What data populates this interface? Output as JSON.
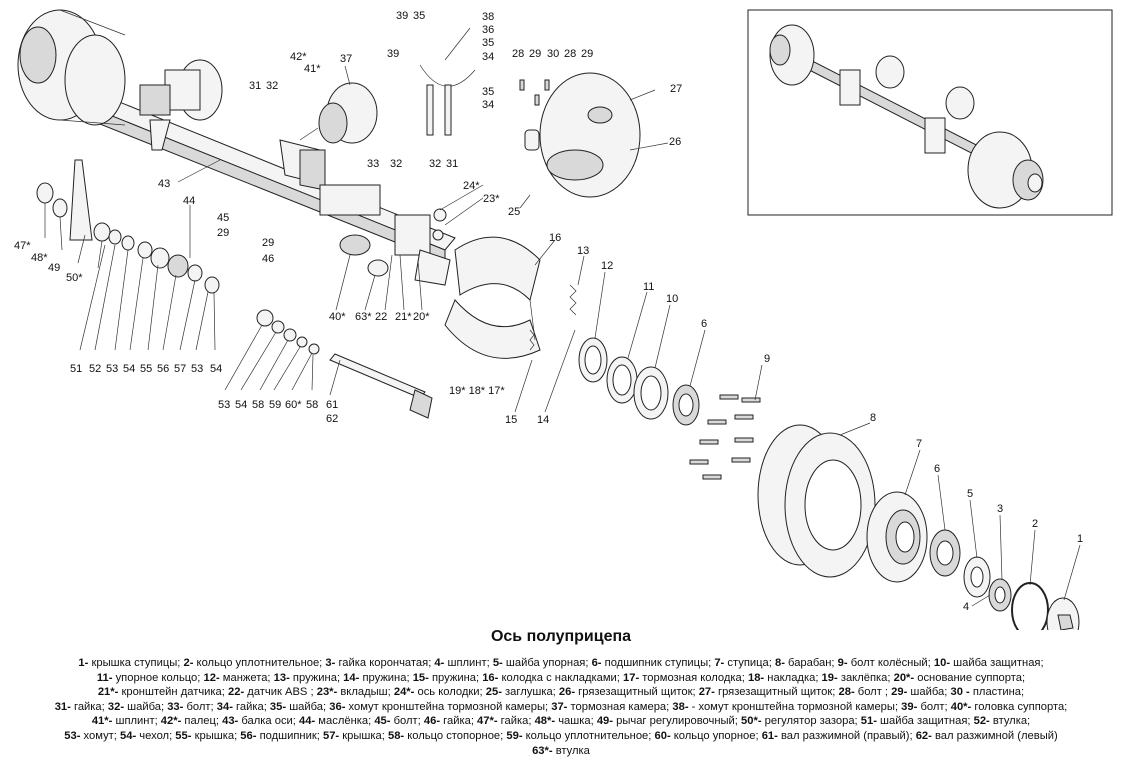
{
  "title": "Ось полуприцепа",
  "labels": [
    "1",
    "2",
    "3",
    "4",
    "5",
    "6",
    "7",
    "8",
    "9",
    "10",
    "11",
    "12",
    "13",
    "14",
    "15",
    "16",
    "19* 18* 17*",
    "20*",
    "21*",
    "22",
    "23*",
    "24*",
    "25",
    "26",
    "27",
    "28",
    "29",
    "30",
    "31",
    "32",
    "33",
    "34",
    "35",
    "36",
    "37",
    "38",
    "39",
    "40*",
    "41*",
    "42*",
    "43",
    "44",
    "45",
    "46",
    "47*",
    "48*",
    "49",
    "50*",
    "51",
    "52",
    "53",
    "54",
    "55",
    "56",
    "57",
    "58",
    "59",
    "60*",
    "61",
    "62",
    "63*"
  ],
  "legend_lines": [
    [
      [
        "1-",
        " крышка ступицы; "
      ],
      [
        "2-",
        " кольцо уплотнительное; "
      ],
      [
        "3-",
        " гайка корончатая;  "
      ],
      [
        "4-",
        " шплинт; "
      ],
      [
        "5-",
        " шайба упорная; "
      ],
      [
        "6-",
        " подшипник ступицы; "
      ],
      [
        "7-",
        " ступица; "
      ],
      [
        "8-",
        " барабан; "
      ],
      [
        "9-",
        " болт колёсный; "
      ],
      [
        "10-",
        " шайба защитная;"
      ]
    ],
    [
      [
        "11-",
        " упорное кольцо; "
      ],
      [
        "12-",
        " манжета; "
      ],
      [
        "13-",
        " пружина; "
      ],
      [
        "14-",
        " пружина; "
      ],
      [
        "15-",
        " пружина; "
      ],
      [
        "16-",
        " колодка с накладками; "
      ],
      [
        "17-",
        " тормозная колодка; "
      ],
      [
        "18-",
        " накладка; "
      ],
      [
        "19-",
        " заклёпка; "
      ],
      [
        "20*-",
        " основание суппорта;"
      ]
    ],
    [
      [
        "21*-",
        " кронштейн датчика; "
      ],
      [
        "22-",
        " датчик ABS ; "
      ],
      [
        "23*-",
        " вкладыш; "
      ],
      [
        "24*-",
        " ось колодки; "
      ],
      [
        "25-",
        " заглушка; "
      ],
      [
        "26-",
        " грязезащитный щиток; "
      ],
      [
        "27-",
        " грязезащитный щиток; "
      ],
      [
        "28-",
        " болт ; "
      ],
      [
        "29-",
        " шайба; "
      ],
      [
        "30 -",
        " пластина;"
      ]
    ],
    [
      [
        "31-",
        " гайка; "
      ],
      [
        "32-",
        " шайба; "
      ],
      [
        "33-",
        " болт; "
      ],
      [
        "34-",
        " гайка; "
      ],
      [
        "35-",
        " шайба; "
      ],
      [
        "36-",
        " хомут кронштейна тормозной камеры; "
      ],
      [
        "37-",
        " тормозная камера; "
      ],
      [
        "38-",
        " - хомут кронштейна тормозной камеры; "
      ],
      [
        "39-",
        " болт; "
      ],
      [
        "40*-",
        " головка суппорта;"
      ]
    ],
    [
      [
        "41*-",
        " шплинт; "
      ],
      [
        "42*-",
        " палец; "
      ],
      [
        "43-",
        " балка оси; "
      ],
      [
        "44-",
        " маслёнка; "
      ],
      [
        "45-",
        " болт; "
      ],
      [
        "46-",
        " гайка; "
      ],
      [
        "47*-",
        " гайка; "
      ],
      [
        "48*-",
        " чашка; "
      ],
      [
        "49-",
        " рычаг регулировочный; "
      ],
      [
        "50*-",
        " регулятор зазора; "
      ],
      [
        "51-",
        " шайба защитная; "
      ],
      [
        "52-",
        " втулка;"
      ]
    ],
    [
      [
        "53-",
        " хомут; "
      ],
      [
        "54-",
        " чехол; "
      ],
      [
        "55-",
        " крышка; "
      ],
      [
        "56-",
        " подшипник; "
      ],
      [
        "57-",
        " крышка; "
      ],
      [
        "58-",
        " кольцо стопорное; "
      ],
      [
        "59-",
        " кольцо уплотнительное; "
      ],
      [
        "60-",
        " кольцо упорное; "
      ],
      [
        "61-",
        " вал разжимной (правый); "
      ],
      [
        "62-",
        " вал разжимной (левый)"
      ]
    ],
    [
      [
        "63*-",
        " втулка"
      ]
    ]
  ]
}
